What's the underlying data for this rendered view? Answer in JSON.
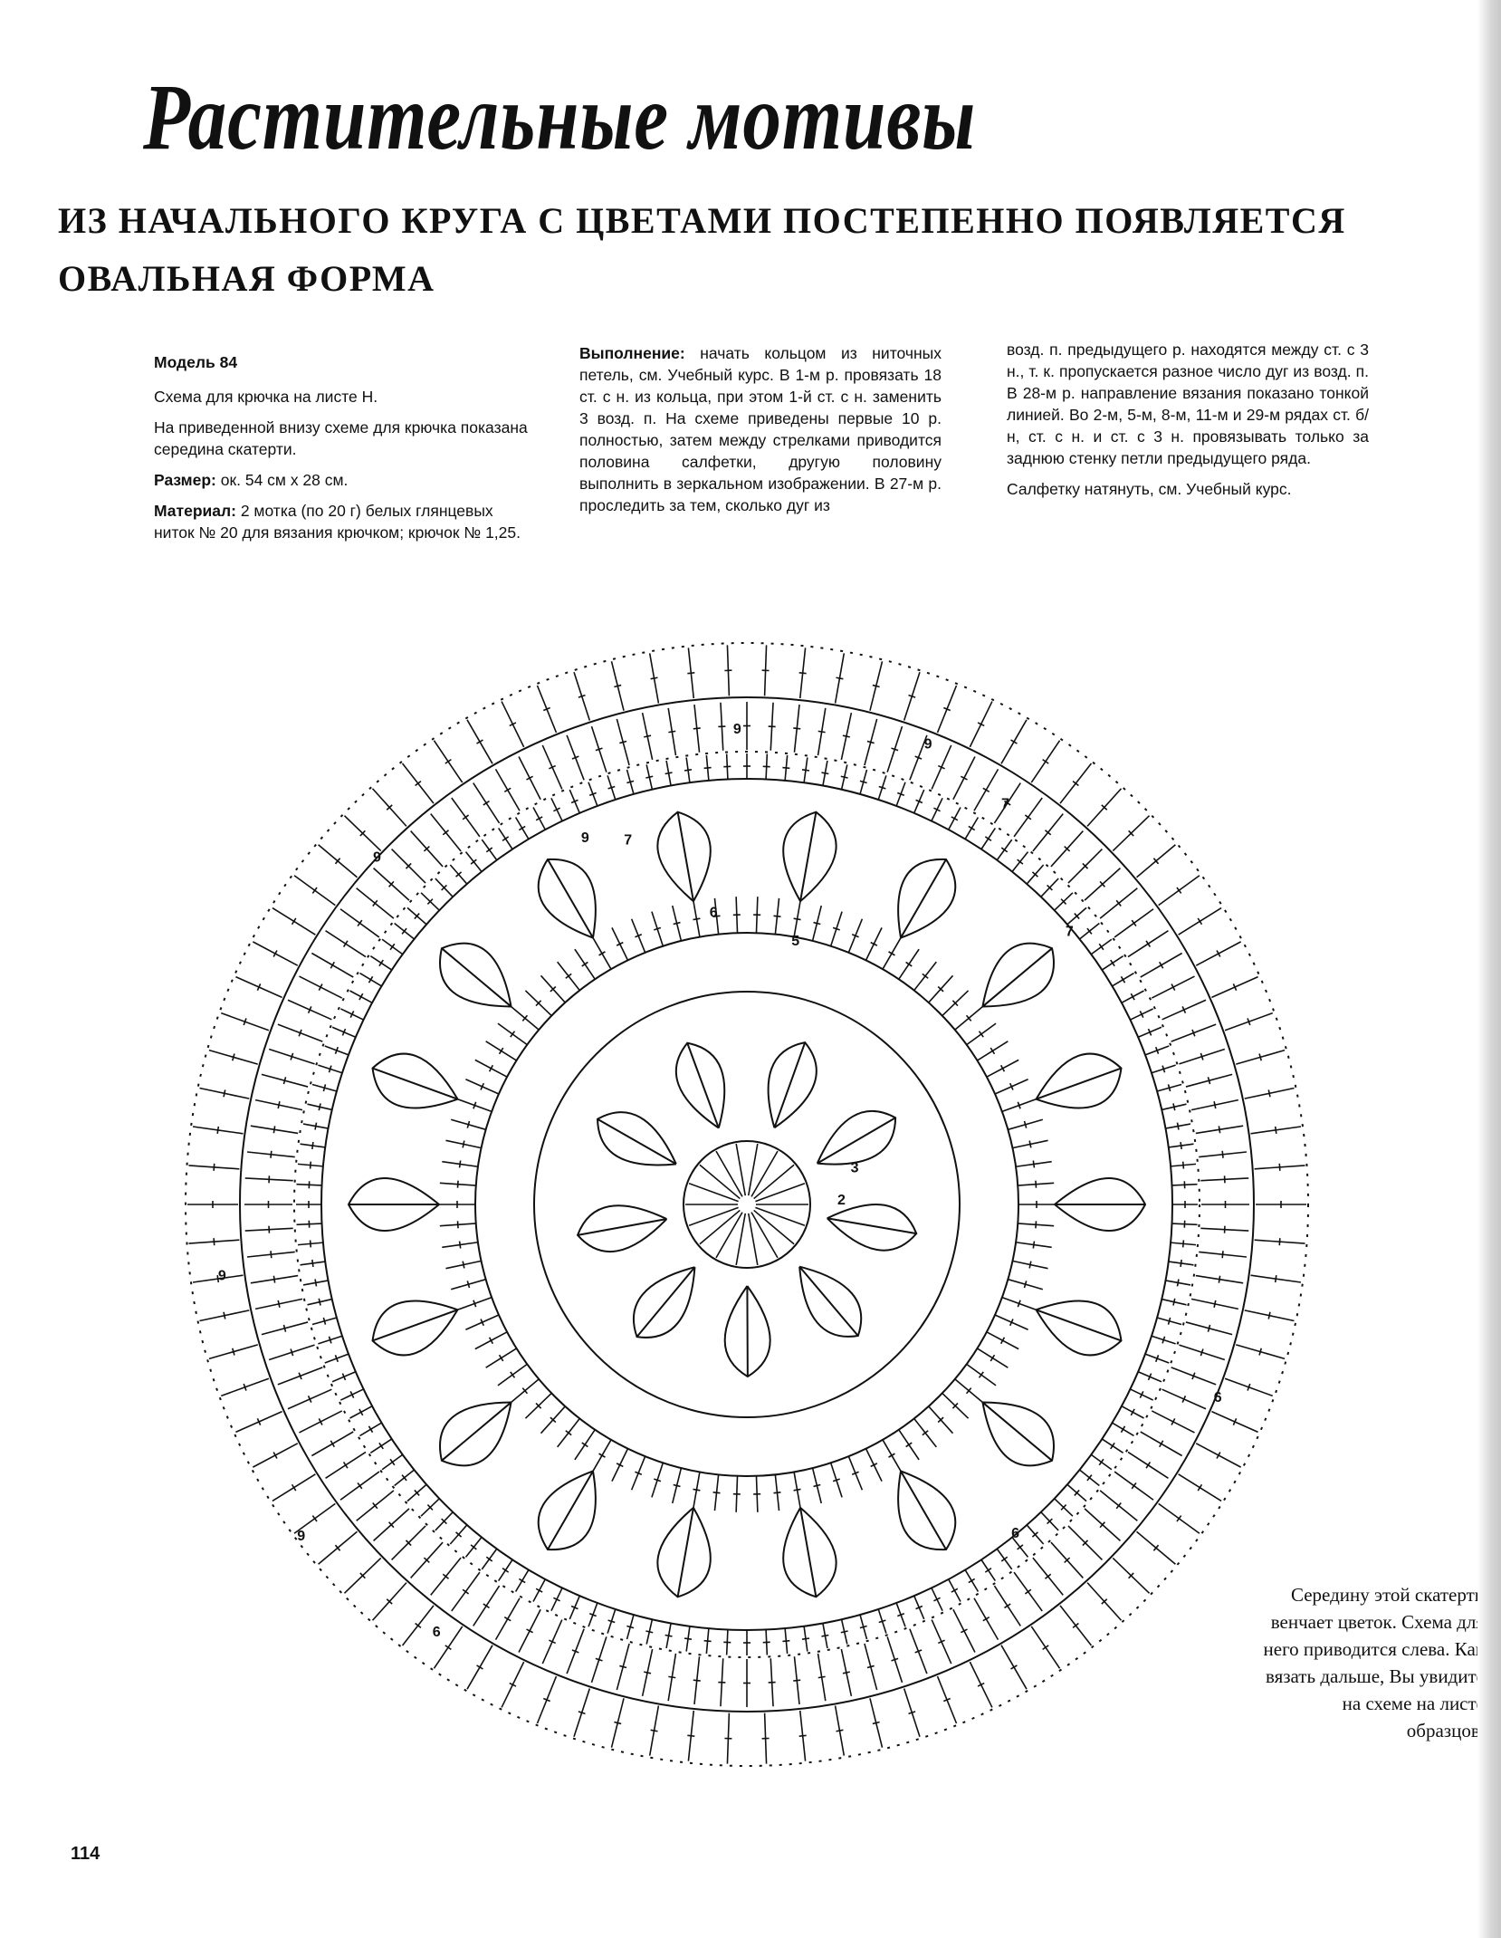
{
  "header": {
    "title": "Растительные мотивы",
    "subtitle": "Из начального круга с цветами постепенно появляется овальная форма"
  },
  "column1": {
    "model": "Модель 84",
    "scheme_sheet": "Схема для крючка на листе Н.",
    "scheme_note": "На приведенной внизу схеме для крючка показана середина скатерти.",
    "size_label": "Размер:",
    "size_value": "ок. 54 см х 28 см.",
    "material_label": "Материал:",
    "material_value": "2 мотка (по 20 г) белых глянцевых ниток № 20 для вязания крючком; крючок № 1,25."
  },
  "column2": {
    "label": "Выполнение:",
    "text": "начать кольцом из ниточных петель, см. Учебный курс. В 1-м р. провязать 18 ст. с н. из кольца, при этом 1-й ст. с н. заменить 3 возд. п. На схеме приведены первые 10 р. полностью, затем между стрелками приводится половина салфетки, другую половину выполнить в зеркальном изображении. В 27-м р. проследить за тем, сколько дуг из"
  },
  "column3": {
    "text": "возд. п. предыдущего р. находятся между ст. с 3 н., т. к. пропускается разное число дуг из возд. п. В 28-м р. направление вязания показано тонкой линией. Во 2-м, 5-м, 8-м, 11-м и 29-м рядах ст. б/н, ст. с н. и ст. с 3 н. провязывать только за заднюю стенку петли предыдущего ряда.",
    "finish": "Салфетку натянуть, см. Учебный курс."
  },
  "diagram": {
    "row_labels": [
      "2",
      "3",
      "5",
      "6",
      "7",
      "9",
      "9",
      "9",
      "9",
      "9",
      "6",
      "6",
      "6",
      "7",
      "7",
      "9"
    ]
  },
  "side_note": "Середину этой скатерти венчает цветок. Схема для него приводится слева. Как вязать дальше, Вы увидите на схеме на листе образцов.",
  "page_number": "114"
}
